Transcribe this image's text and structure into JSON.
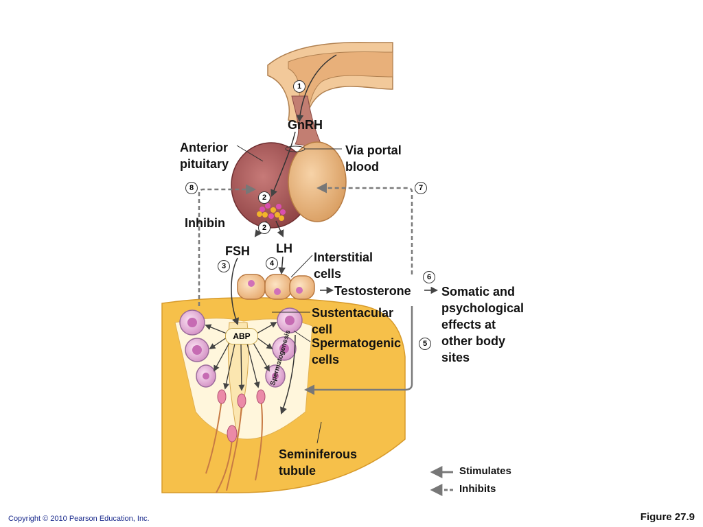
{
  "labels": {
    "gnrh": "GnRH",
    "anterior_pituitary": [
      "Anterior",
      "pituitary"
    ],
    "via_portal_blood": [
      "Via portal",
      "blood"
    ],
    "inhibin": "Inhibin",
    "fsh": "FSH",
    "lh": "LH",
    "interstitial_cells": [
      "Interstitial",
      "cells"
    ],
    "testosterone": "Testosterone",
    "somatic_effects": [
      "Somatic and",
      "psychological",
      "effects at",
      "other body",
      "sites"
    ],
    "sustentacular_cell": [
      "Sustentacular",
      "cell"
    ],
    "spermatogenic_cells": [
      "Spermatogenic",
      "cells"
    ],
    "abp": "ABP",
    "spermatogenesis": "Spermatogenesis",
    "seminiferous_tubule": [
      "Seminiferous",
      "tubule"
    ]
  },
  "steps": [
    "1",
    "2",
    "2",
    "3",
    "4",
    "5",
    "6",
    "7",
    "8"
  ],
  "legend": {
    "stimulates": "Stimulates",
    "inhibits": "Inhibits"
  },
  "footer": {
    "copyright": "Copyright © 2010 Pearson Education, Inc.",
    "figure": "Figure 27.9"
  },
  "colors": {
    "tubule_fill": "#f6c04a",
    "pituitary_anterior": "#a85a5a",
    "pituitary_posterior": "#e8b07a",
    "cell_pink": "#e8a8d8",
    "arrow_gray": "#7a7a7a"
  }
}
